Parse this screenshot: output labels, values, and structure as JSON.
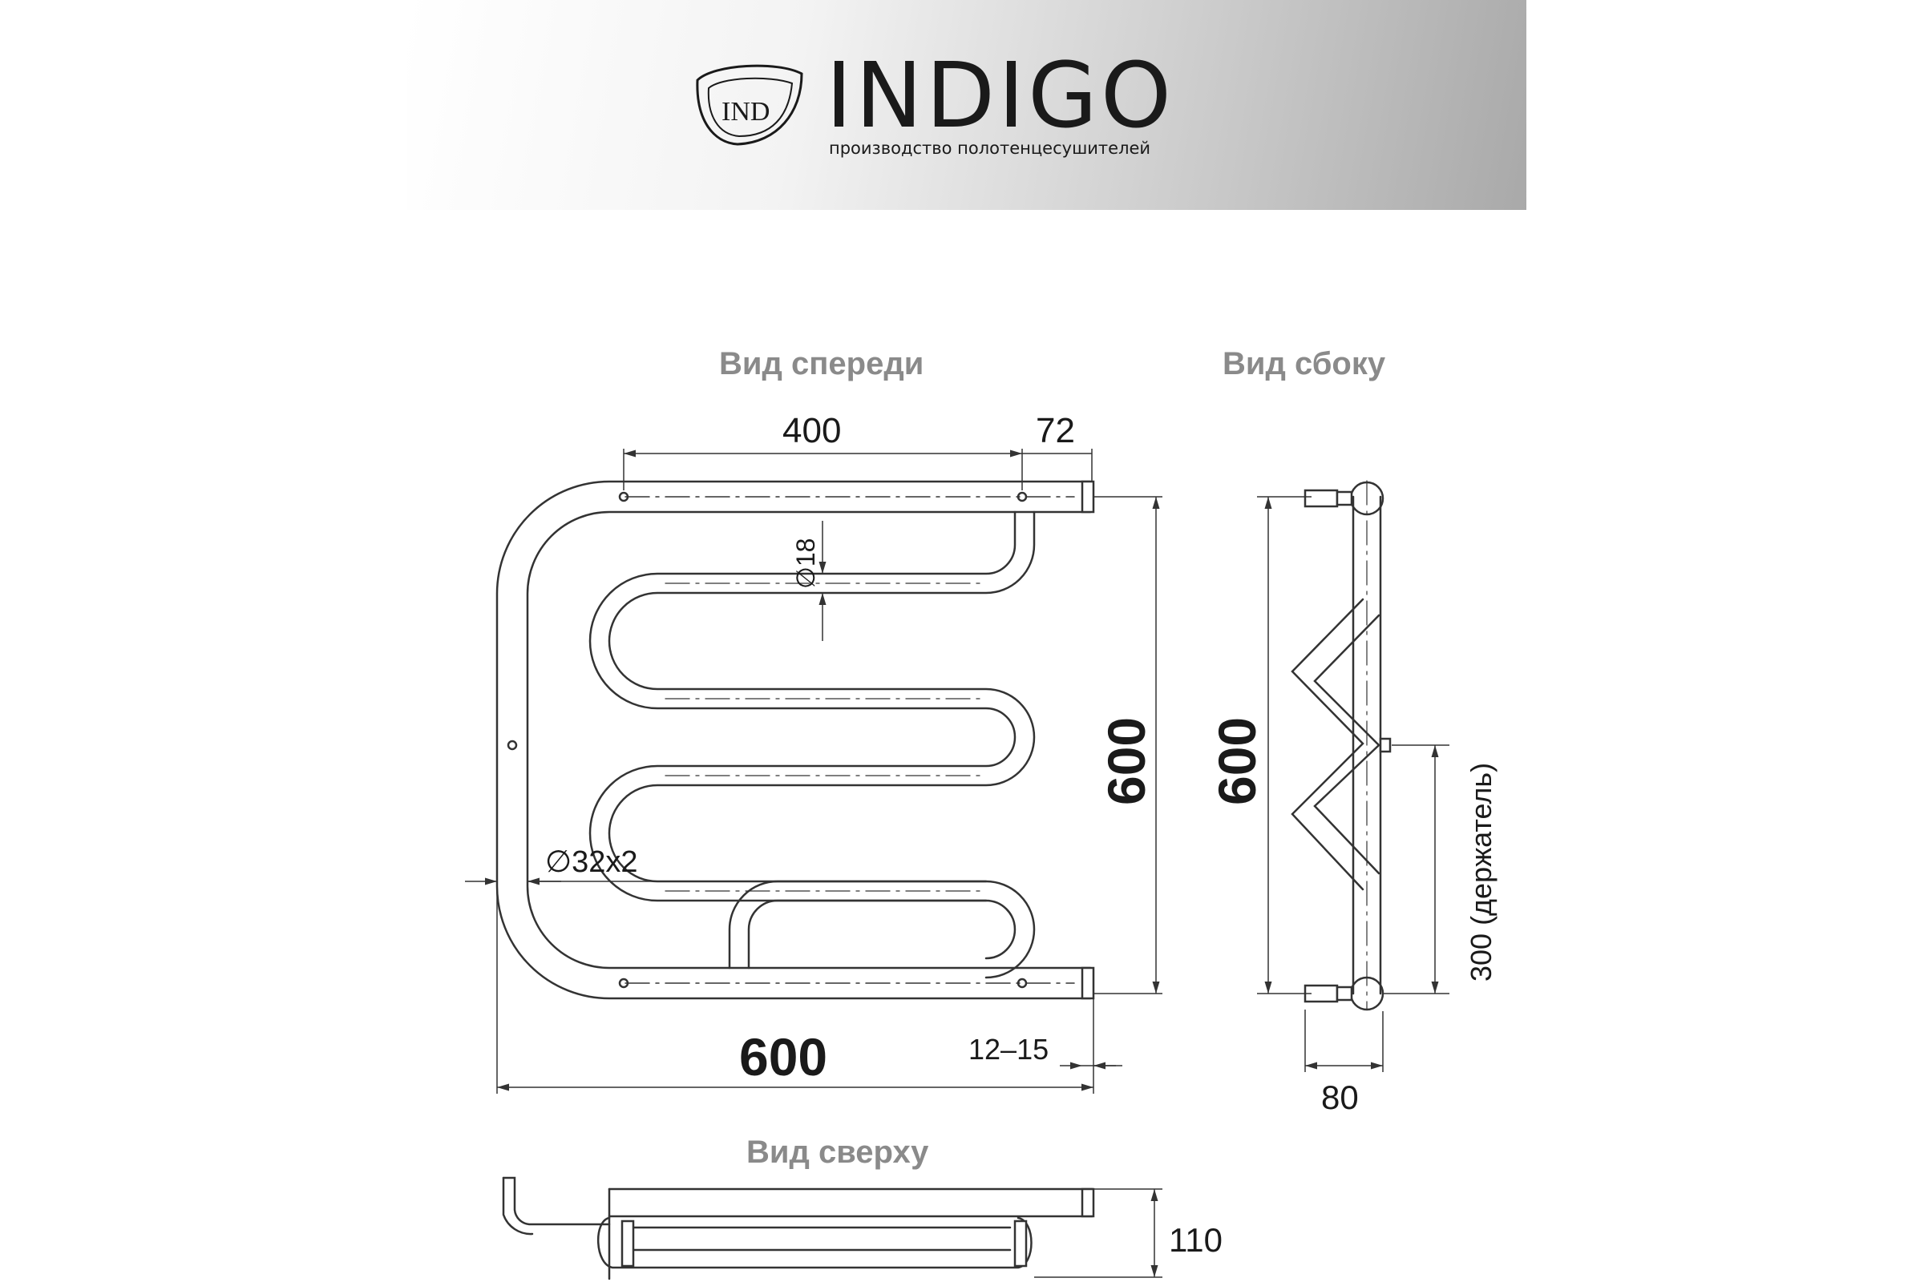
{
  "brand": {
    "logo_text": "IND",
    "name": "INDIGO",
    "tagline": "производство полотенцесушителей"
  },
  "views": {
    "front": {
      "title": "Вид спереди"
    },
    "side": {
      "title": "Вид сбоку"
    },
    "top": {
      "title": "Вид сверху"
    }
  },
  "dimensions": {
    "front_top_span": "400",
    "front_top_offset": "72",
    "front_pipe_diameter": "∅18",
    "front_height": "600",
    "front_frame_pipe": "∅32х2",
    "front_width": "600",
    "front_wall_gap": "12–15",
    "side_height": "600",
    "side_holder": "300 (держатель)",
    "side_depth": "80",
    "top_depth": "110"
  },
  "colors": {
    "line": "#333333",
    "label_gray": "#8a8a8a",
    "dim_text": "#1a1a1a"
  }
}
